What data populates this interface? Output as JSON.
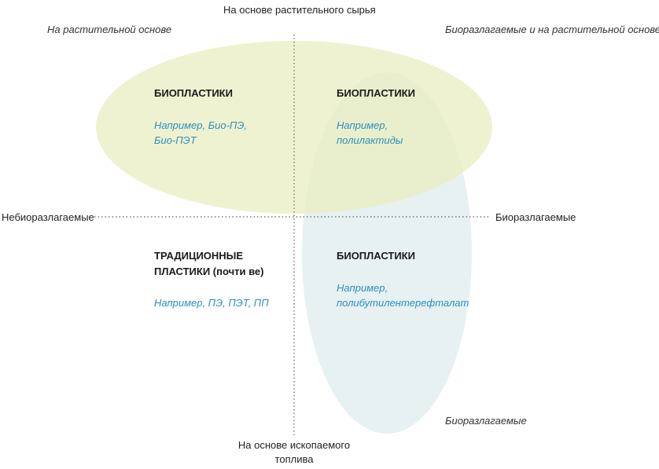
{
  "axes": {
    "top": "На основе растительного сырья",
    "bottom": "На основе ископаемого топлива",
    "left": "Небиоразлагаемые",
    "right": "Биоразлагаемые"
  },
  "corners": {
    "top_left": "На растительной основе",
    "top_right": "Биоразлагаемые и на растительной основе",
    "bottom_right": "Биоразлагаемые"
  },
  "quadrants": {
    "top_left": {
      "heading": "БИОПЛАСТИКИ",
      "example_line1": "Например, Био-ПЭ,",
      "example_line2": "Био-ПЭТ"
    },
    "top_right": {
      "heading": "БИОПЛАСТИКИ",
      "example_line1": "Например,",
      "example_line2": "полилактиды"
    },
    "bottom_left": {
      "heading_line1": "ТРАДИЦИОННЫЕ",
      "heading_line2": "ПЛАСТИКИ (почти ве)",
      "example": "Например, ПЭ, ПЭТ, ПП"
    },
    "bottom_right": {
      "heading": "БИОПЛАСТИКИ",
      "example_line1": "Например,",
      "example_line2": "полибутилентерефталат"
    }
  },
  "colors": {
    "plant_ellipse": "#eaefc3",
    "biodegradable_ellipse": "#e6f0f1",
    "axis": "#777777",
    "example_text": "#2a8fbf"
  }
}
